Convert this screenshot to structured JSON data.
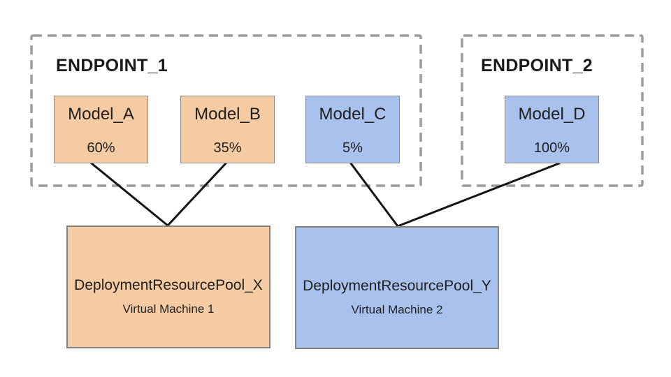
{
  "diagram": {
    "endpoints": [
      {
        "label": "ENDPOINT_1",
        "models": [
          {
            "name": "Model_A",
            "traffic_split": "60%",
            "served_by": "DeploymentResourcePool_X"
          },
          {
            "name": "Model_B",
            "traffic_split": "35%",
            "served_by": "DeploymentResourcePool_X"
          },
          {
            "name": "Model_C",
            "traffic_split": "5%",
            "served_by": "DeploymentResourcePool_Y"
          }
        ]
      },
      {
        "label": "ENDPOINT_2",
        "models": [
          {
            "name": "Model_D",
            "traffic_split": "100%",
            "served_by": "DeploymentResourcePool_Y"
          }
        ]
      }
    ],
    "pools": [
      {
        "name": "DeploymentResourcePool_X",
        "machine": "Virtual Machine 1"
      },
      {
        "name": "DeploymentResourcePool_Y",
        "machine": "Virtual Machine 2"
      }
    ],
    "edges": [
      {
        "from": "Model_A",
        "to": "DeploymentResourcePool_X"
      },
      {
        "from": "Model_B",
        "to": "DeploymentResourcePool_X"
      },
      {
        "from": "Model_C",
        "to": "DeploymentResourcePool_Y"
      },
      {
        "from": "Model_D",
        "to": "DeploymentResourcePool_Y"
      }
    ],
    "colors": {
      "pool_x_fill": "#f4cba3",
      "pool_y_fill": "#a8c1ed",
      "box_border": "#8a8a8a",
      "endpoint_border": "#9b9b9b",
      "connector": "#141414",
      "text": "#1f1f1f"
    }
  }
}
